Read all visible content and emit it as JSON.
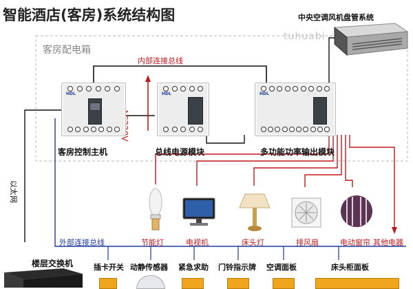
{
  "title": "智能酒店(客房)系统结构图",
  "watermark": "tuhuabi",
  "box_label": "客房配电箱",
  "inner_bus_label": "内部连接总线",
  "ac_label": "AC220V",
  "ac_unit_label": "中央空调风机盘管系统",
  "modules": {
    "host": {
      "label": "客房控制主机",
      "brand": "HDL"
    },
    "power": {
      "label": "总线电源模块",
      "brand": "HDL"
    },
    "output": {
      "label": "多功能功率输出模块",
      "brand": "HDL"
    }
  },
  "ethernet_label": "以太网",
  "outer_bus_label": "外部连接总线",
  "floor_switch_label": "楼层交换机",
  "loads": [
    "节能灯",
    "电视机",
    "床头灯",
    "排风扇",
    "电动窗帘",
    "其他电器"
  ],
  "bottom_devices": [
    "插卡开关",
    "动静传感器",
    "紧急求助",
    "门铃指示牌",
    "空调面板",
    "床头柜面板"
  ],
  "colors": {
    "red_wire": "#c0191c",
    "blue_wire": "#1e3aa0",
    "black_wire": "#111111"
  }
}
